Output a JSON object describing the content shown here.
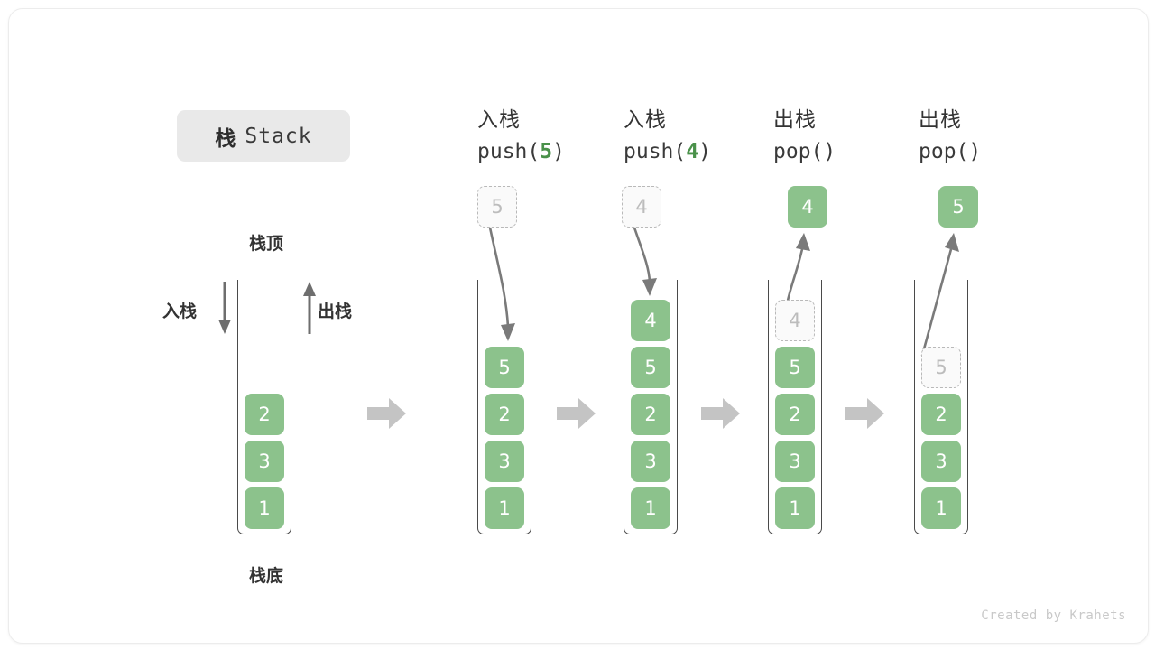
{
  "diagram": {
    "title_cn": "栈",
    "title_en": "Stack",
    "labels": {
      "top": "栈顶",
      "bottom": "栈底",
      "push": "入栈",
      "pop": "出栈"
    },
    "footer": "Created by Krahets",
    "colors": {
      "block_green": "#8cc28c",
      "accent_green": "#4a914a",
      "ghost_gray": "#bcbcbc",
      "arrow_gray": "#7a7a7a",
      "flow_arrow_gray": "#c4c4c4",
      "frame_dark": "#4a4a4a",
      "chip_bg": "#e9e9e9"
    },
    "columns": [
      {
        "id": "initial",
        "header_cn": "",
        "header_code": "",
        "floating": null,
        "blocks": [
          {
            "value": "2",
            "state": "solid"
          },
          {
            "value": "3",
            "state": "solid"
          },
          {
            "value": "1",
            "state": "solid"
          }
        ]
      },
      {
        "id": "push-5",
        "header_cn": "入栈",
        "header_code_prefix": "push(",
        "header_code_num": "5",
        "header_code_suffix": ")",
        "floating": {
          "value": "5",
          "state": "ghost",
          "direction": "down"
        },
        "blocks": [
          {
            "value": "5",
            "state": "solid"
          },
          {
            "value": "2",
            "state": "solid"
          },
          {
            "value": "3",
            "state": "solid"
          },
          {
            "value": "1",
            "state": "solid"
          }
        ]
      },
      {
        "id": "push-4",
        "header_cn": "入栈",
        "header_code_prefix": "push(",
        "header_code_num": "4",
        "header_code_suffix": ")",
        "floating": {
          "value": "4",
          "state": "ghost",
          "direction": "down"
        },
        "blocks": [
          {
            "value": "4",
            "state": "solid"
          },
          {
            "value": "5",
            "state": "solid"
          },
          {
            "value": "2",
            "state": "solid"
          },
          {
            "value": "3",
            "state": "solid"
          },
          {
            "value": "1",
            "state": "solid"
          }
        ]
      },
      {
        "id": "pop-4",
        "header_cn": "出栈",
        "header_code_prefix": "pop(",
        "header_code_num": "",
        "header_code_suffix": ")",
        "floating": {
          "value": "4",
          "state": "solid",
          "direction": "up"
        },
        "blocks": [
          {
            "value": "4",
            "state": "ghost"
          },
          {
            "value": "5",
            "state": "solid"
          },
          {
            "value": "2",
            "state": "solid"
          },
          {
            "value": "3",
            "state": "solid"
          },
          {
            "value": "1",
            "state": "solid"
          }
        ]
      },
      {
        "id": "pop-5",
        "header_cn": "出栈",
        "header_code_prefix": "pop(",
        "header_code_num": "",
        "header_code_suffix": ")",
        "floating": {
          "value": "5",
          "state": "solid",
          "direction": "up"
        },
        "blocks": [
          {
            "value": "5",
            "state": "ghost"
          },
          {
            "value": "2",
            "state": "solid"
          },
          {
            "value": "3",
            "state": "solid"
          },
          {
            "value": "1",
            "state": "solid"
          }
        ]
      }
    ]
  }
}
